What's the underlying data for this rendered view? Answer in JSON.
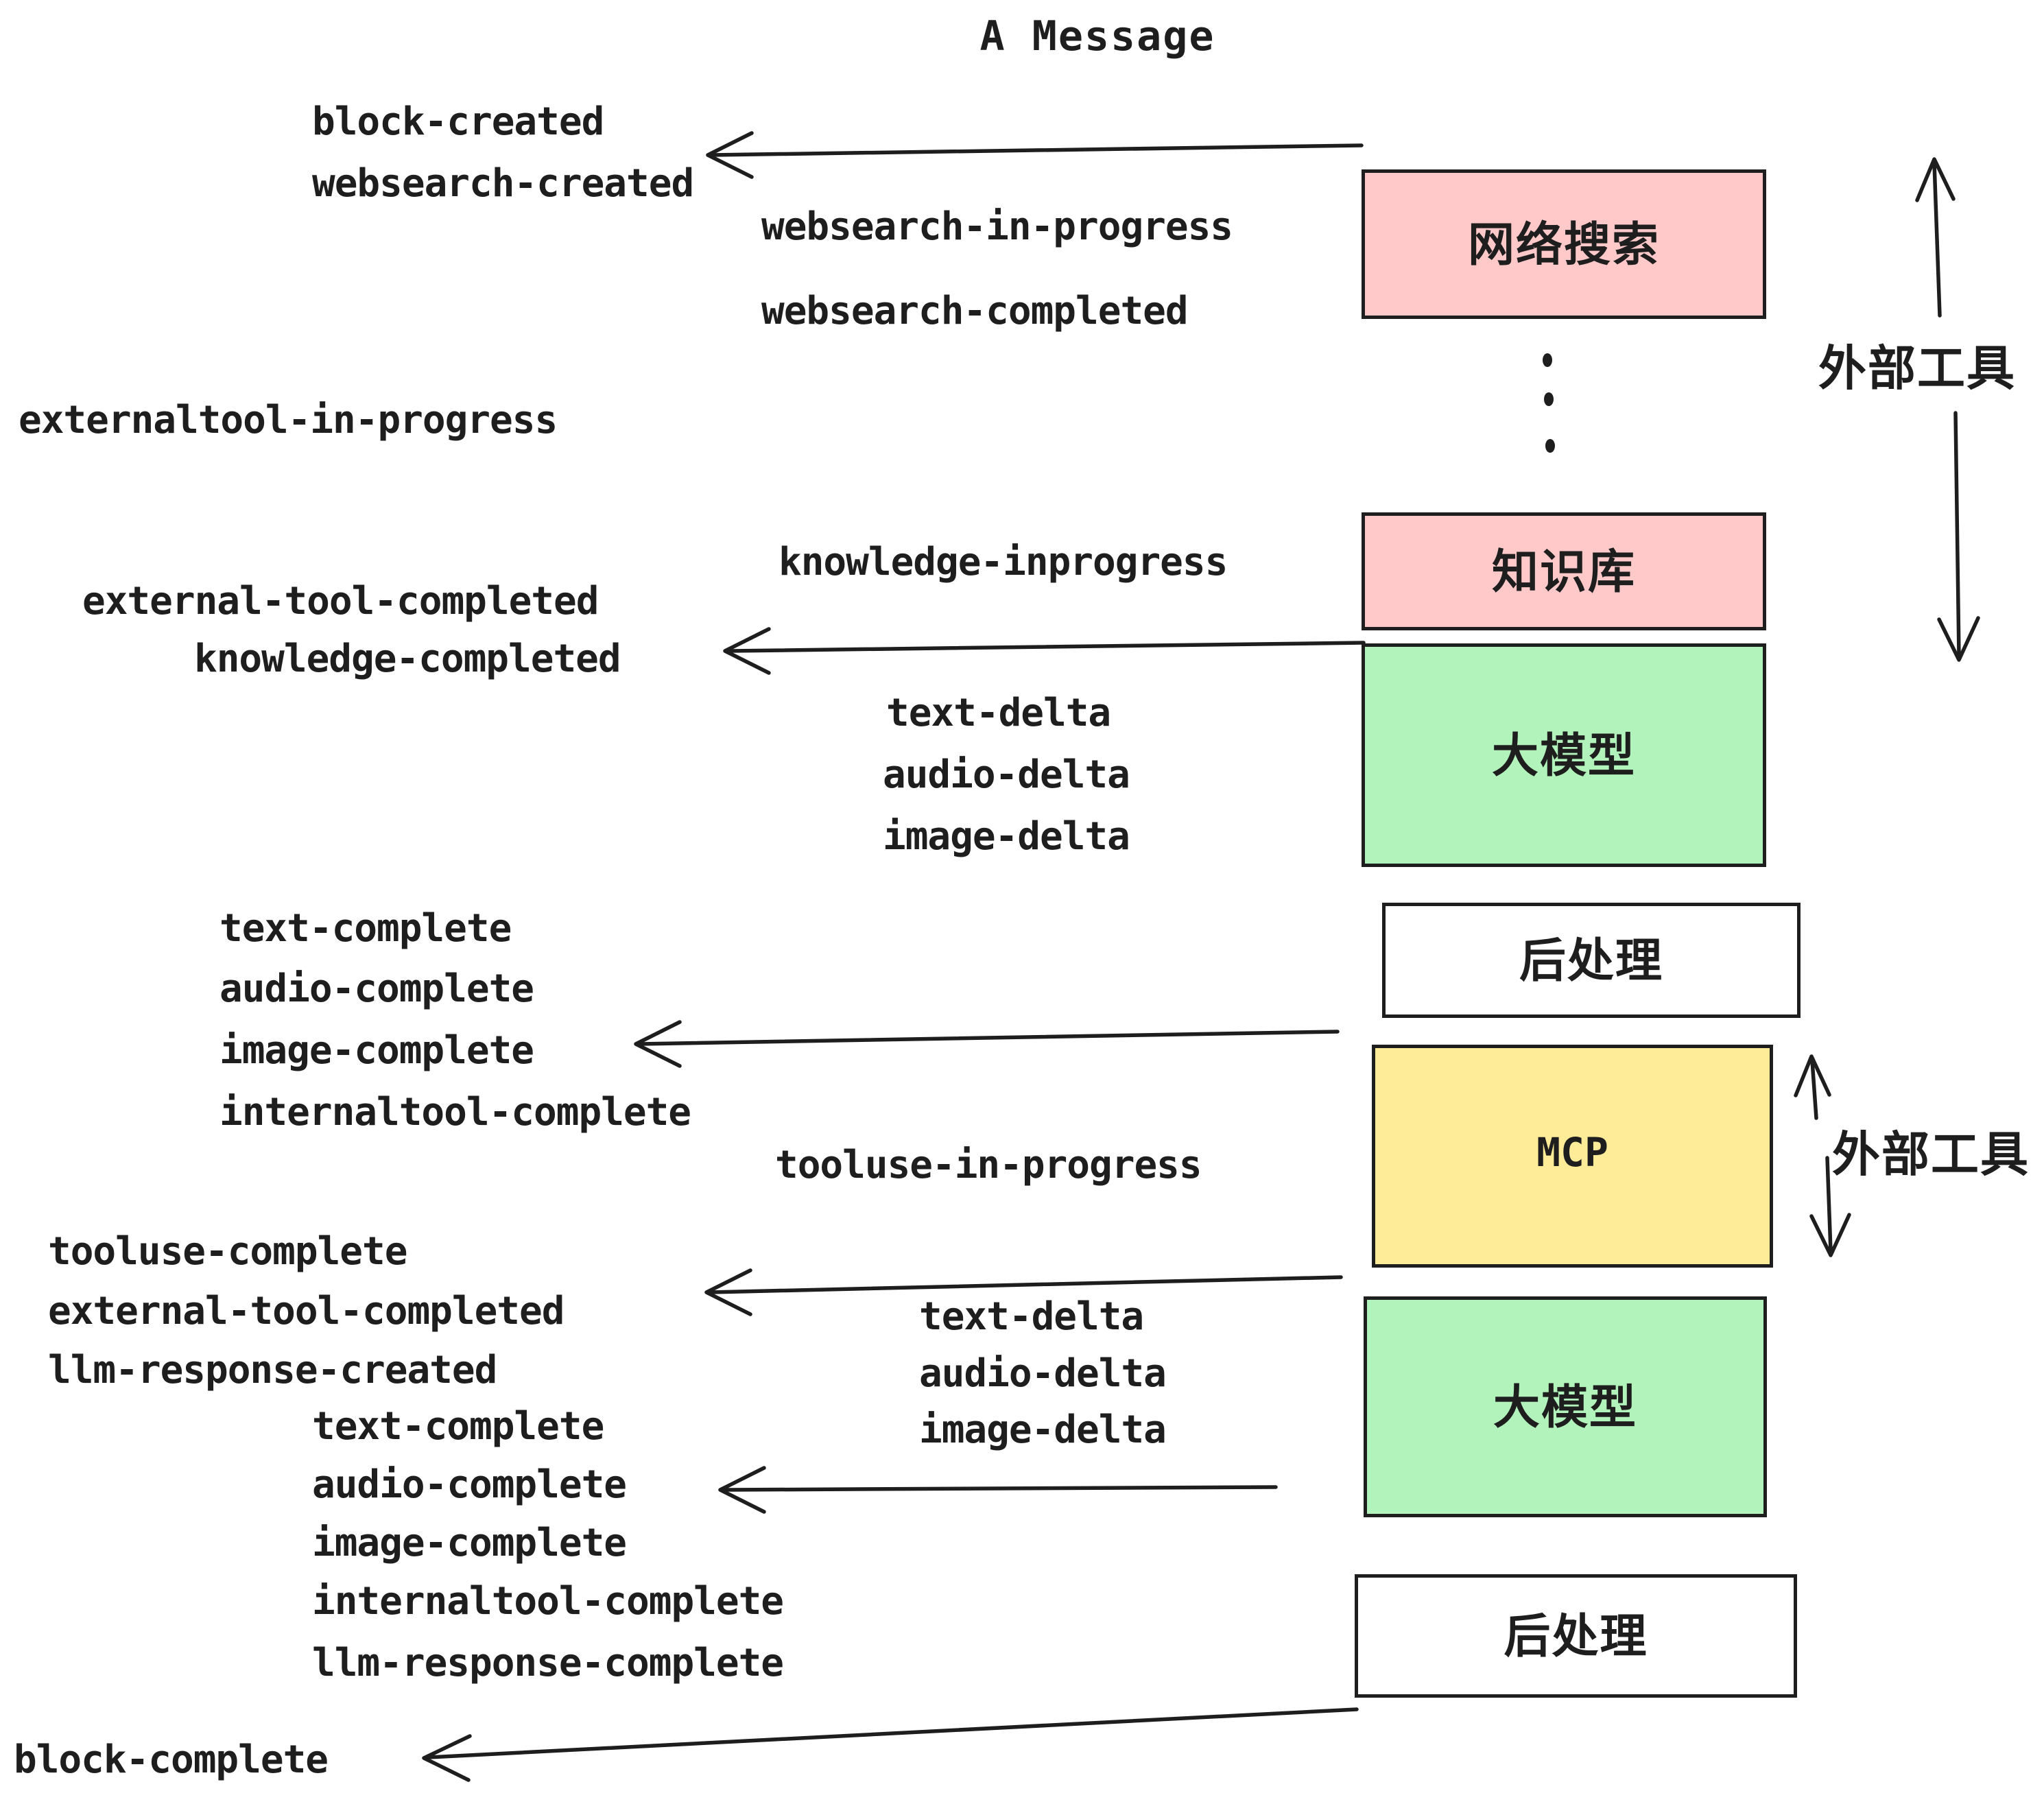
{
  "title": "A Message",
  "colors": {
    "ink": "#1e1e1e",
    "pink": "#ffc9c9",
    "green": "#b2f2bb",
    "yellow": "#ffec99",
    "white": "#ffffff"
  },
  "boxes": [
    {
      "id": "websearch",
      "label": "网络搜索",
      "color": "#ffc9c9"
    },
    {
      "id": "knowledge",
      "label": "知识库",
      "color": "#ffc9c9"
    },
    {
      "id": "llm-1",
      "label": "大模型",
      "color": "#b2f2bb"
    },
    {
      "id": "post-1",
      "label": "后处理",
      "color": "#ffffff"
    },
    {
      "id": "mcp",
      "label": "MCP",
      "color": "#ffec99"
    },
    {
      "id": "llm-2",
      "label": "大模型",
      "color": "#b2f2bb"
    },
    {
      "id": "post-2",
      "label": "后处理",
      "color": "#ffffff"
    }
  ],
  "side_labels": [
    {
      "text": "外部工具"
    },
    {
      "text": "外部工具"
    }
  ],
  "events": [
    {
      "text": "block-created"
    },
    {
      "text": "websearch-created"
    },
    {
      "text": "websearch-in-progress"
    },
    {
      "text": "websearch-completed"
    },
    {
      "text": "externaltool-in-progress"
    },
    {
      "text": "knowledge-inprogress"
    },
    {
      "text": "external-tool-completed"
    },
    {
      "text": "knowledge-completed"
    },
    {
      "text": "text-delta"
    },
    {
      "text": "audio-delta"
    },
    {
      "text": "image-delta"
    },
    {
      "text": "text-complete"
    },
    {
      "text": "audio-complete"
    },
    {
      "text": "image-complete"
    },
    {
      "text": "internaltool-complete"
    },
    {
      "text": "tooluse-in-progress"
    },
    {
      "text": "tooluse-complete"
    },
    {
      "text": "external-tool-completed"
    },
    {
      "text": "llm-response-created"
    },
    {
      "text": "text-complete"
    },
    {
      "text": "audio-complete"
    },
    {
      "text": "image-complete"
    },
    {
      "text": "internaltool-complete"
    },
    {
      "text": "llm-response-complete"
    },
    {
      "text": "block-complete"
    },
    {
      "text": "text-delta"
    },
    {
      "text": "audio-delta"
    },
    {
      "text": "image-delta"
    }
  ]
}
